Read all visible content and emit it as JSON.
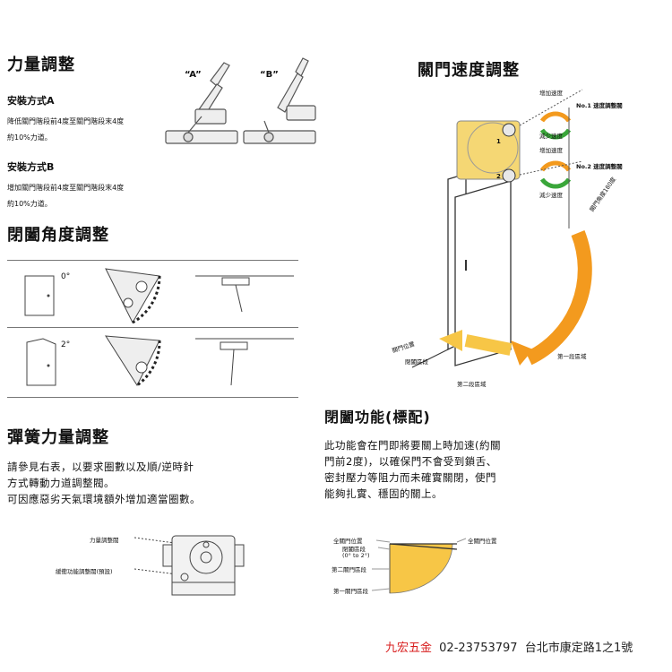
{
  "force": {
    "title": "力量調整",
    "method_a_title": "安裝方式A",
    "method_a_desc1": "降低關門階段前4度至關門階段末4度",
    "method_a_desc2": "約10%力道。",
    "method_b_title": "安裝方式B",
    "method_b_desc1": "增加關門階段前4度至關門階段末4度",
    "method_b_desc2": "約10%力道。",
    "label_a": "“A”",
    "label_b": "“B”"
  },
  "angle": {
    "title": "閉闔角度調整",
    "deg0": "0°",
    "deg2": "2°"
  },
  "spring": {
    "title": "彈簧力量調整",
    "line1": "請參見右表，以要求圈數以及順/逆時針",
    "line2": "方式轉動力道調整閥。",
    "line3": "可因應惡劣天氣環境額外增加適當圈數。",
    "label_force": "力量調整閥",
    "label_backcheck": "緩衝功能調整閥(預設)"
  },
  "speed": {
    "title": "關門速度調整",
    "increase1": "增加速度",
    "decrease1": "減少速度",
    "increase2": "增加速度",
    "decrease2": "減少速度",
    "valve1": "No.1 速度調整閥",
    "valve2": "No.2 速度調整閥",
    "angle180": "開門角度180度",
    "stage1": "第一段區域",
    "stage2": "第二段區域",
    "close_zone": "閉闔區段",
    "closed_pos": "關門位置",
    "num1": "1",
    "num2": "2"
  },
  "latch": {
    "title": "閉闔功能(標配)",
    "line1": "此功能會在門即將要關上時加速(約關",
    "line2": "門前2度)，以確保門不會受到鎖舌、",
    "line3": "密封壓力等阻力而未確實關閉，使門",
    "line4": "能夠扎實、穩固的關上。",
    "full_closed_left": "全關門位置",
    "latch_zone": "閉闔區段",
    "latch_range": "(0° to 2°)",
    "second_zone": "第二關門區段",
    "full_closed_right": "全關門位置",
    "first_zone": "第一關門區段"
  },
  "footer": {
    "company": "九宏五金",
    "phone": "02-23753797",
    "address": "台北市康定路1之1號"
  },
  "colors": {
    "accent_orange": "#f39a1e",
    "door_yellow": "#f5d774",
    "footer_red": "#d81e1e",
    "green": "#3aa63a"
  }
}
